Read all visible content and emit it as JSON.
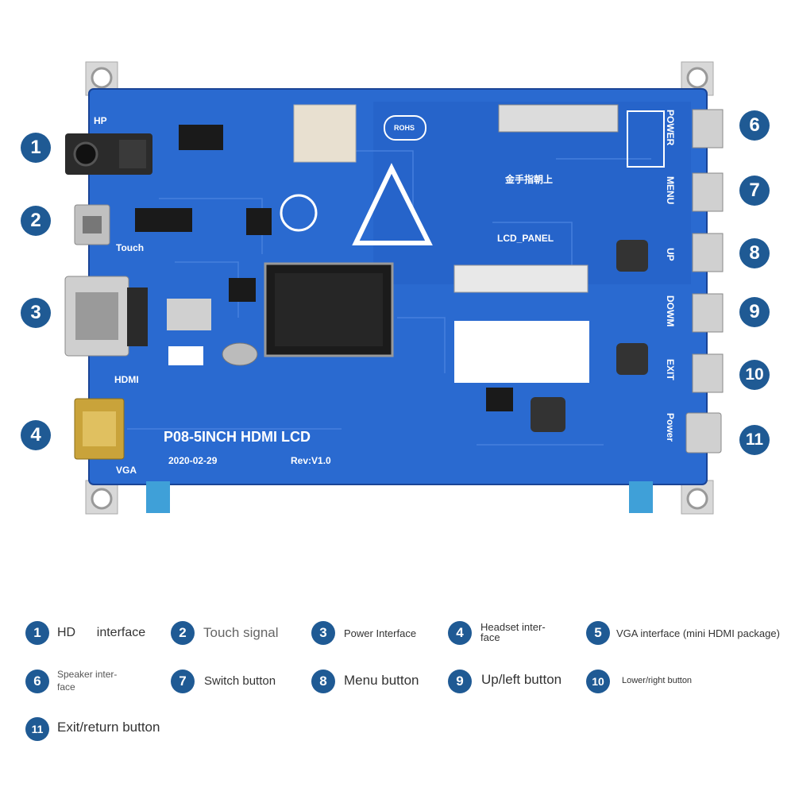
{
  "board": {
    "title": "P08-5INCH HDMI LCD",
    "date": "2020-02-29",
    "rev": "Rev:V1.0",
    "port_labels": {
      "hp": "HP",
      "touch": "Touch",
      "hdmi": "HDMI",
      "vga": "VGA",
      "lcd_panel": "LCD_PANEL",
      "rohs": "ROHS",
      "gold_finger": "金手指朝上"
    },
    "button_labels": [
      "POWER",
      "MENU",
      "UP",
      "DOWM",
      "EXIT",
      "Power"
    ]
  },
  "callouts": {
    "left": [
      "1",
      "2",
      "3",
      "4"
    ],
    "right": [
      "6",
      "7",
      "8",
      "9",
      "10",
      "11"
    ]
  },
  "legend": [
    {
      "num": "1",
      "text": "HD      interface"
    },
    {
      "num": "2",
      "text": "Touch signal"
    },
    {
      "num": "3",
      "text": "Power Interface"
    },
    {
      "num": "4",
      "text": "Headset inter-\nface"
    },
    {
      "num": "5",
      "text": "VGA interface (mini HDMI package)"
    },
    {
      "num": "6",
      "text": "Speaker inter-\nface"
    },
    {
      "num": "7",
      "text": "Switch button"
    },
    {
      "num": "8",
      "text": "Menu button"
    },
    {
      "num": "9",
      "text": "Up/left button"
    },
    {
      "num": "10",
      "text": "Lower/right button"
    },
    {
      "num": "11",
      "text": "Exit/return button"
    }
  ],
  "colors": {
    "pcb": "#2a6ad0",
    "pcb_dark": "#1d4fae",
    "badge": "#1f5a94",
    "silver": "#c8c8c8"
  }
}
